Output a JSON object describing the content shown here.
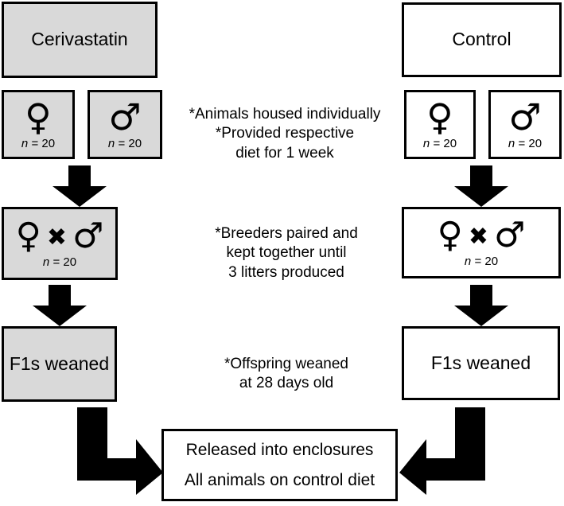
{
  "diagram": {
    "title": "Cerivastatin vs Control breeding study flow chart",
    "colors": {
      "treatment_fill": "#d9d9d9",
      "control_fill": "#ffffff",
      "stroke": "#000000",
      "text": "#000000"
    }
  },
  "columns": {
    "treatment": {
      "group_label": "Cerivastatin",
      "female_box": {
        "symbol": "♀",
        "n_prefix": "n",
        "n_value": "= 20"
      },
      "male_box": {
        "symbol": "♂",
        "n_prefix": "n",
        "n_value": "= 20"
      },
      "pair_box": {
        "female_symbol": "♀",
        "cross_symbol": "✖",
        "male_symbol": "♂",
        "n_prefix": "n",
        "n_value": "= 20"
      },
      "weaned_label": "F1s weaned"
    },
    "control": {
      "group_label": "Control",
      "female_box": {
        "symbol": "♀",
        "n_prefix": "n",
        "n_value": "= 20"
      },
      "male_box": {
        "symbol": "♂",
        "n_prefix": "n",
        "n_value": "= 20"
      },
      "pair_box": {
        "female_symbol": "♀",
        "cross_symbol": "✖",
        "male_symbol": "♂",
        "n_prefix": "n",
        "n_value": "= 20"
      },
      "weaned_label": "F1s weaned"
    }
  },
  "annotations": {
    "housing": "*Animals housed individually\n*Provided respective\ndiet for 1 week",
    "breeding": "*Breeders paired and\nkept together until\n3 litters produced",
    "weaning": "*Offspring weaned\nat 28 days old"
  },
  "final_box": {
    "line1": "Released into enclosures",
    "line2": "All animals on control diet"
  },
  "icons": {
    "down_arrow": "down-arrow-icon",
    "elbow_arrow_right": "elbow-arrow-down-right-icon",
    "elbow_arrow_left": "elbow-arrow-down-left-icon"
  }
}
